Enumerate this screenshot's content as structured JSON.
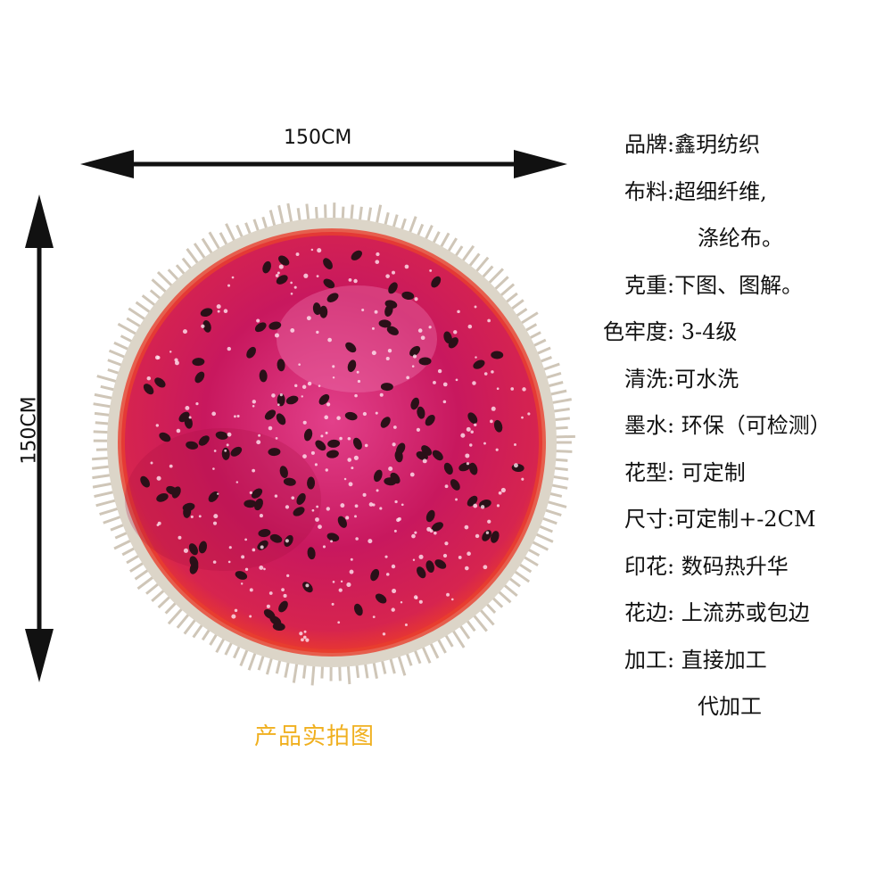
{
  "dimensions": {
    "width_label": "150CM",
    "height_label": "150CM"
  },
  "caption": "产品实拍图",
  "specs": [
    {
      "label": "品牌:",
      "value": "鑫玥纺织",
      "indent": 0
    },
    {
      "label": "布料:",
      "value": "超细纤维,",
      "indent": 0
    },
    {
      "label": "",
      "value": "涤纶布。",
      "indent": 1
    },
    {
      "label": "克重:",
      "value": "下图、图解。",
      "indent": 0
    },
    {
      "label": "色牢度:",
      "value": " 3-4级",
      "indent": -1
    },
    {
      "label": "清洗:",
      "value": "可水洗",
      "indent": 0
    },
    {
      "label": "墨水:",
      "value": " 环保（可检测）",
      "indent": 0
    },
    {
      "label": "花型:",
      "value": " 可定制",
      "indent": 0
    },
    {
      "label": "尺寸:",
      "value": "可定制+-2CM",
      "indent": 0
    },
    {
      "label": "印花:",
      "value": " 数码热升华",
      "indent": 0
    },
    {
      "label": "花边:",
      "value": " 上流苏或包边",
      "indent": 0
    },
    {
      "label": "加工:",
      "value": " 直接加工",
      "indent": 0
    },
    {
      "label": "",
      "value": "代加工",
      "indent": 1
    }
  ],
  "colors": {
    "caption": "#f0b020",
    "towel_outer": "#d42a4c",
    "towel_inner": "#c8185e",
    "fringe": "#d8d0c4"
  }
}
